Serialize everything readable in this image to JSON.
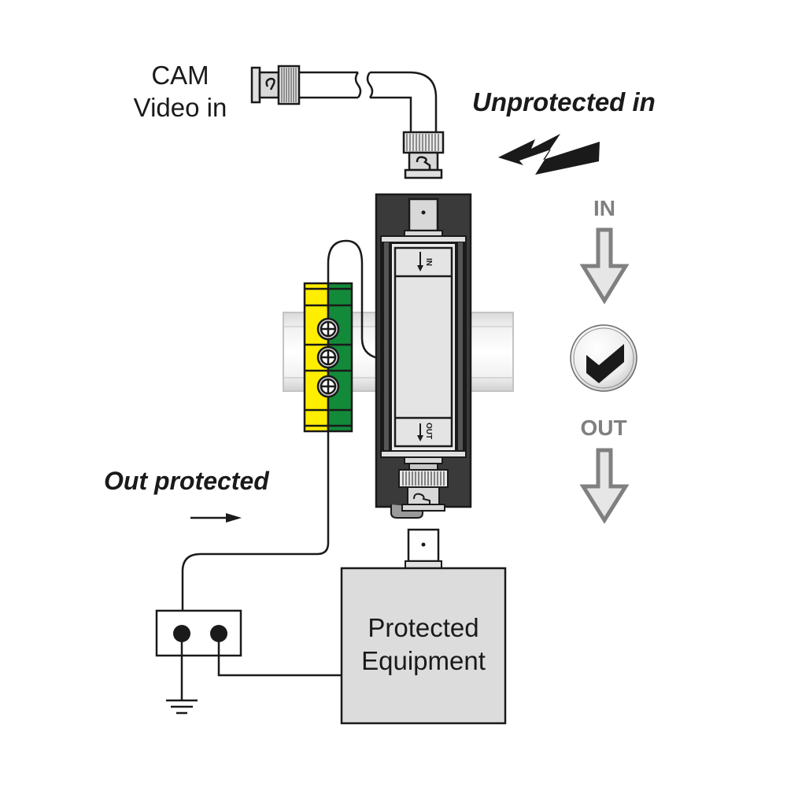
{
  "labels": {
    "cam_line1": "CAM",
    "cam_line2": "Video in",
    "unprotected_in": "Unprotected in",
    "out_protected": "Out protected",
    "flow_in": "IN",
    "flow_out": "OUT",
    "module_in": "IN",
    "module_out": "OUT",
    "equipment_line1": "Protected",
    "equipment_line2": "Equipment"
  },
  "components": {
    "camera_cable": "BNC coaxial cable from camera",
    "surge_protector": "DIN-rail video surge protector",
    "din_rail": "DIN rail",
    "ground_terminal_block": "Earth terminal block",
    "ground_terminals": 3,
    "power_outlet": "Outlet with earth",
    "ground_symbol": "Earth ground",
    "status_icon": "check-mark"
  },
  "colors": {
    "terminal_yellow": "#ffee00",
    "terminal_green": "#138a3a",
    "module_body": "#3a3a3a",
    "module_face": "#e4e4e4",
    "equipment_fill": "#dcdcdc",
    "flow_arrow_gray": "#808080",
    "rail_gray": "#e8e8e8"
  }
}
